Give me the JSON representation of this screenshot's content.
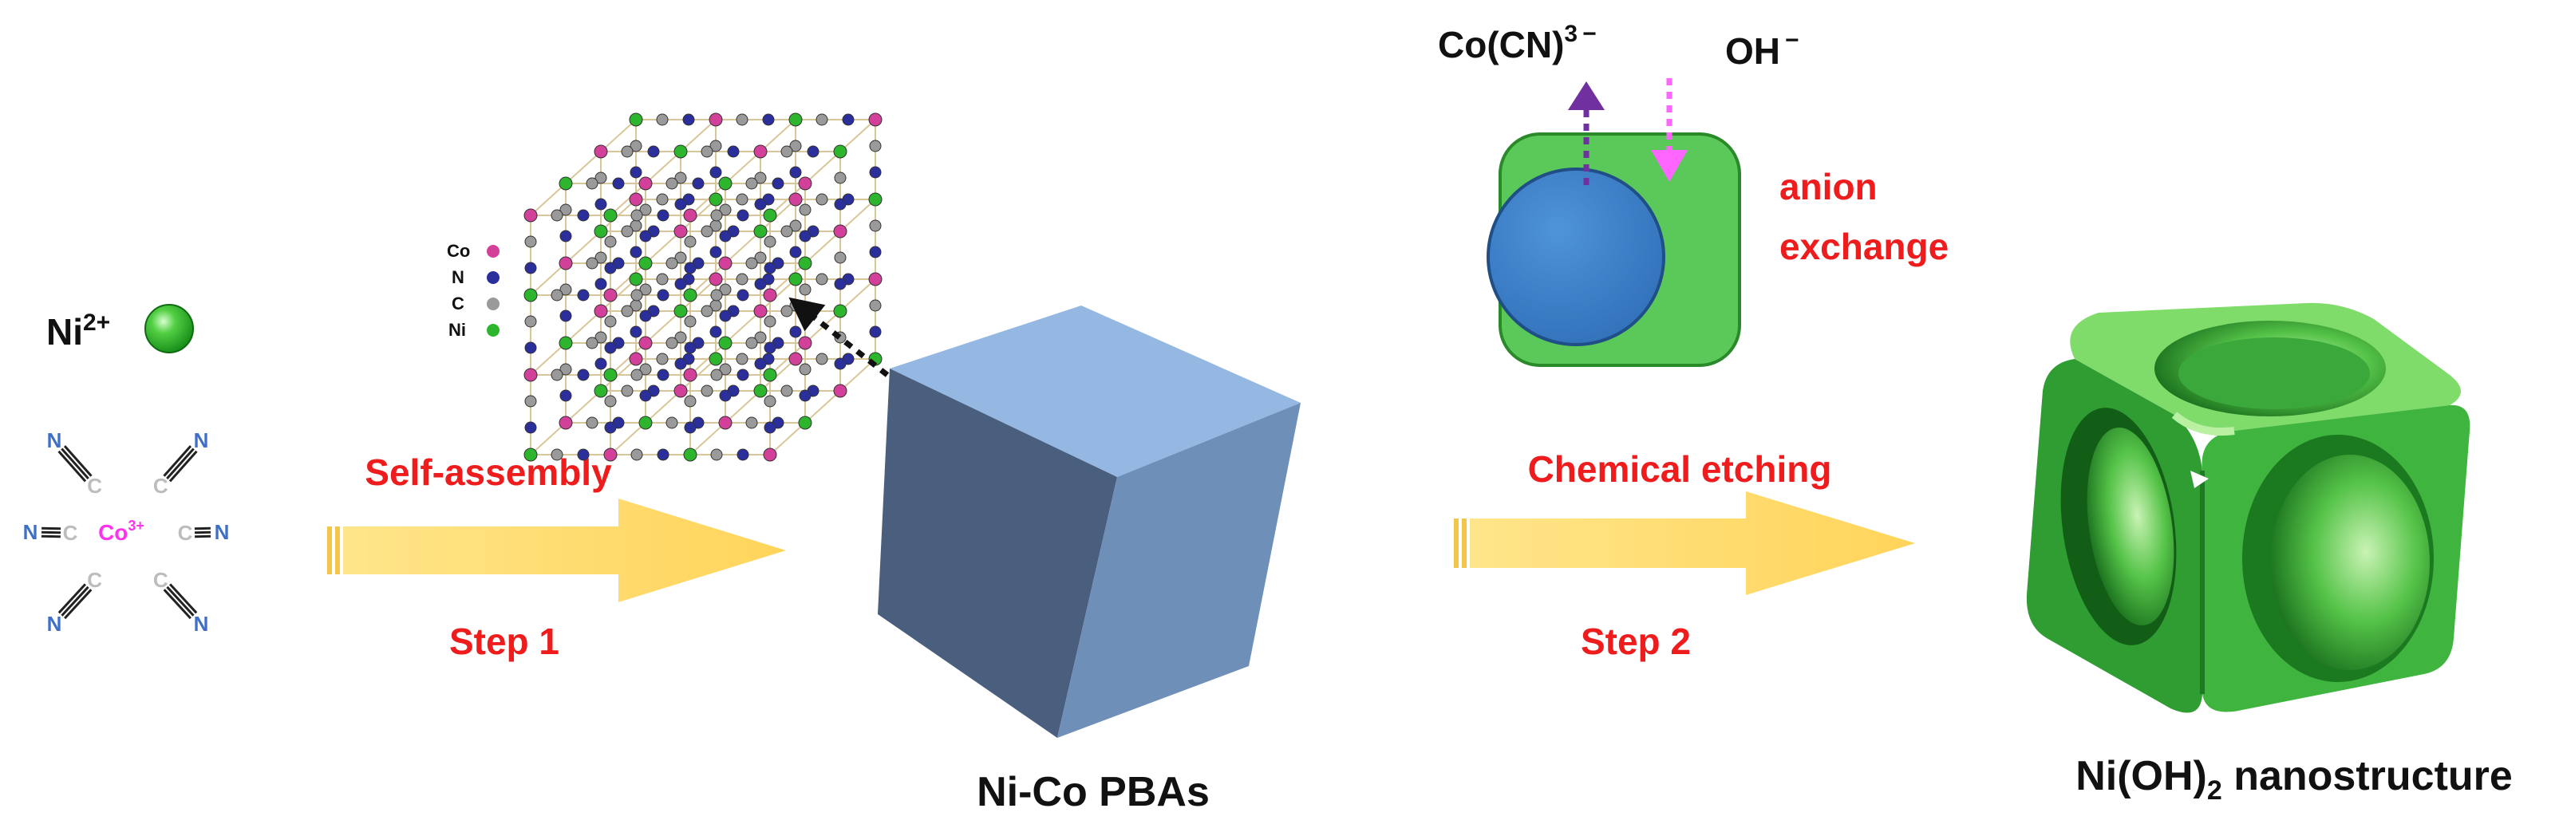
{
  "reactants": {
    "ni_ion": {
      "symbol": "Ni",
      "charge": "2+"
    },
    "complex": {
      "center": "Co",
      "center_charge": "3+",
      "ligand_c": "C",
      "ligand_n": "N"
    }
  },
  "step1": {
    "process": "Self-assembly",
    "step": "Step 1"
  },
  "intermediate": {
    "label": "Ni-Co PBAs",
    "lattice_legend": [
      "Co",
      "N",
      "C",
      "Ni"
    ]
  },
  "exchange": {
    "outgoing": {
      "species": "Co(CN)",
      "charge": "3 −"
    },
    "incoming": {
      "species": "OH",
      "charge": "−"
    },
    "line1": "anion",
    "line2": "exchange"
  },
  "step2": {
    "process": "Chemical etching",
    "step": "Step 2"
  },
  "product": {
    "prefix": "Ni(OH)",
    "subscript": "2",
    "suffix": " nanostructure"
  },
  "colors": {
    "label_red": "#ee1c1c",
    "co_magenta": "#ff33ee",
    "n_blue": "#3f6fc6",
    "ni_green": "#2db52d",
    "arrow_yellow": "#ffd966",
    "cube_blue": "#6d93c3",
    "exchange_green": "#5cc85c",
    "core_blue": "#3a7dc9",
    "out_arrow": "#7030a0",
    "in_arrow": "#ff66ff"
  }
}
